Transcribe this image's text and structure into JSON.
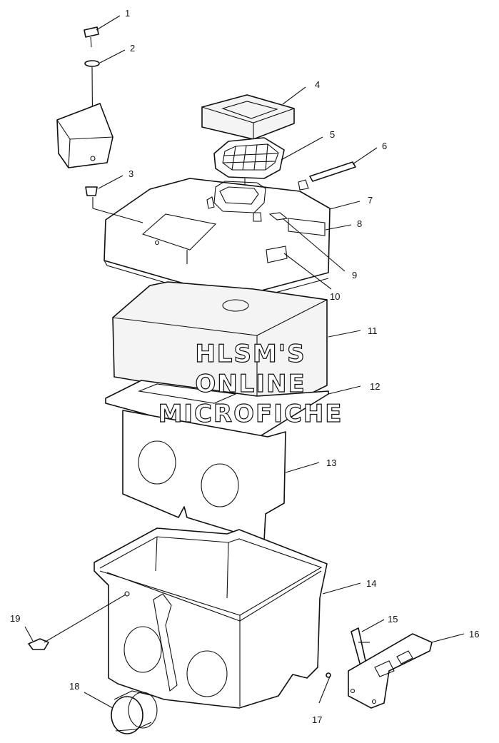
{
  "watermark": {
    "line1": "HLSM'S",
    "line2": "ONLINE",
    "line3": "MICROFICHE"
  },
  "callouts": {
    "c1": "1",
    "c2": "2",
    "c3": "3",
    "c4": "4",
    "c5": "5",
    "c6": "6",
    "c7": "7",
    "c8": "8",
    "c9": "9",
    "c10": "10",
    "c11": "11",
    "c12": "12",
    "c13": "13",
    "c14": "14",
    "c15": "15",
    "c16": "16",
    "c17": "17",
    "c18": "18",
    "c19": "19"
  }
}
